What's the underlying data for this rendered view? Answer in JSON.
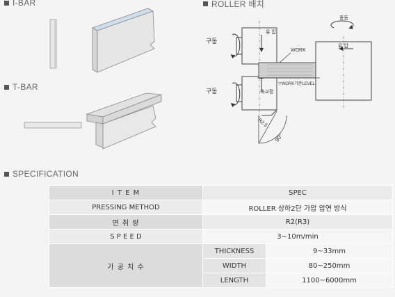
{
  "sections": {
    "ibar": "I-BAR",
    "tbar": "T-BAR",
    "roller": "ROLLER 배치",
    "spec": "SPECIFICATION"
  },
  "diagram": {
    "label_drive_top": "구동",
    "label_drive_bottom": "구동",
    "label_pressure_left": "유 압",
    "label_pressure_right": "유 압",
    "label_follow": "종동",
    "label_work": "WORK",
    "label_level": "▽WORK기준LEVEL",
    "label_correction": "축교정",
    "label_radius": "R2.5",
    "label_angle": "90°"
  },
  "table": {
    "header_item": "I T E M",
    "header_spec": "SPEC",
    "rows": [
      {
        "item": "PRESSING METHOD",
        "spec": "ROLLER 상하2단 가압 압연 방식"
      },
      {
        "item": "면    취    량",
        "spec": "R2(R3)"
      },
      {
        "item": "S P E E D",
        "spec": "3~10m/min"
      }
    ],
    "dim_group": "가   공   치   수",
    "dims": [
      {
        "name": "THICKNESS",
        "value": "9~33mm"
      },
      {
        "name": "WIDTH",
        "value": "80~250mm"
      },
      {
        "name": "LENGTH",
        "value": "1100~6000mm"
      }
    ]
  }
}
